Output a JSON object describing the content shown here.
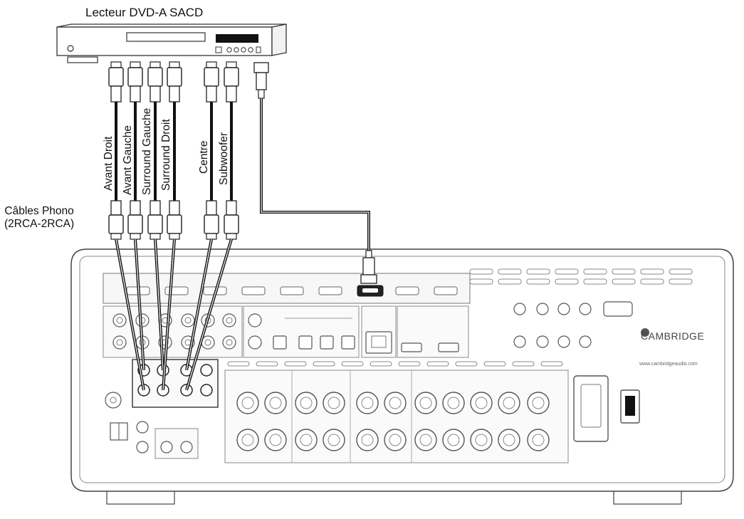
{
  "dvd_player": {
    "title": "Lecteur DVD-A SACD"
  },
  "cable_group": {
    "line1": "Câbles Phono",
    "line2": "(2RCA-2RCA)"
  },
  "cables": [
    {
      "label": "Avant Droit"
    },
    {
      "label": "Avant Gauche"
    },
    {
      "label": "Surround Gauche"
    },
    {
      "label": "Surround Droit"
    },
    {
      "label": "Centre"
    },
    {
      "label": "Subwoofer"
    }
  ],
  "receiver": {
    "brand": "CAMBRIDGE",
    "url": "www.cambridgeaudio.com"
  }
}
